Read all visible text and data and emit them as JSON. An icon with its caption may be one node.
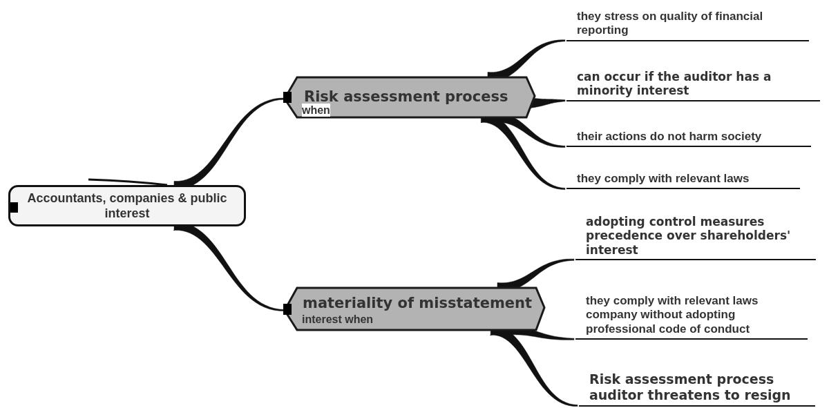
{
  "diagram": {
    "nodes": [
      {
        "text": [
          "Accountants, companies & public interest"
        ]
      },
      {
        "text": [
          "Risk assessment process",
          "when"
        ]
      },
      {
        "text": [
          "materiality of misstatement",
          "interest when"
        ]
      },
      {
        "text": [
          "they stress on quality of financial reporting"
        ]
      },
      {
        "text": [
          "can occur if the auditor has a minority interest"
        ]
      },
      {
        "text": [
          "their actions do not harm society"
        ]
      },
      {
        "text": [
          "they comply with relevant laws"
        ]
      },
      {
        "text": [
          "adopting control measures precedence over shareholders' interest"
        ]
      },
      {
        "text": [
          "they comply with relevant laws company without adopting professional code of conduct"
        ]
      },
      {
        "text": [
          "Risk assessment process auditor threatens to resign"
        ]
      }
    ],
    "edges": [
      {
        "from": 0,
        "to": 1,
        "arrow": "none"
      },
      {
        "from": 0,
        "to": 2,
        "arrow": "none"
      },
      {
        "from": 1,
        "to": 3,
        "arrow": "none"
      },
      {
        "from": 1,
        "to": 4,
        "arrow": "none"
      },
      {
        "from": 1,
        "to": 5,
        "arrow": "none"
      },
      {
        "from": 1,
        "to": 6,
        "arrow": "none"
      },
      {
        "from": 2,
        "to": 7,
        "arrow": "none"
      },
      {
        "from": 2,
        "to": 8,
        "arrow": "none"
      },
      {
        "from": 2,
        "to": 9,
        "arrow": "none"
      }
    ]
  }
}
